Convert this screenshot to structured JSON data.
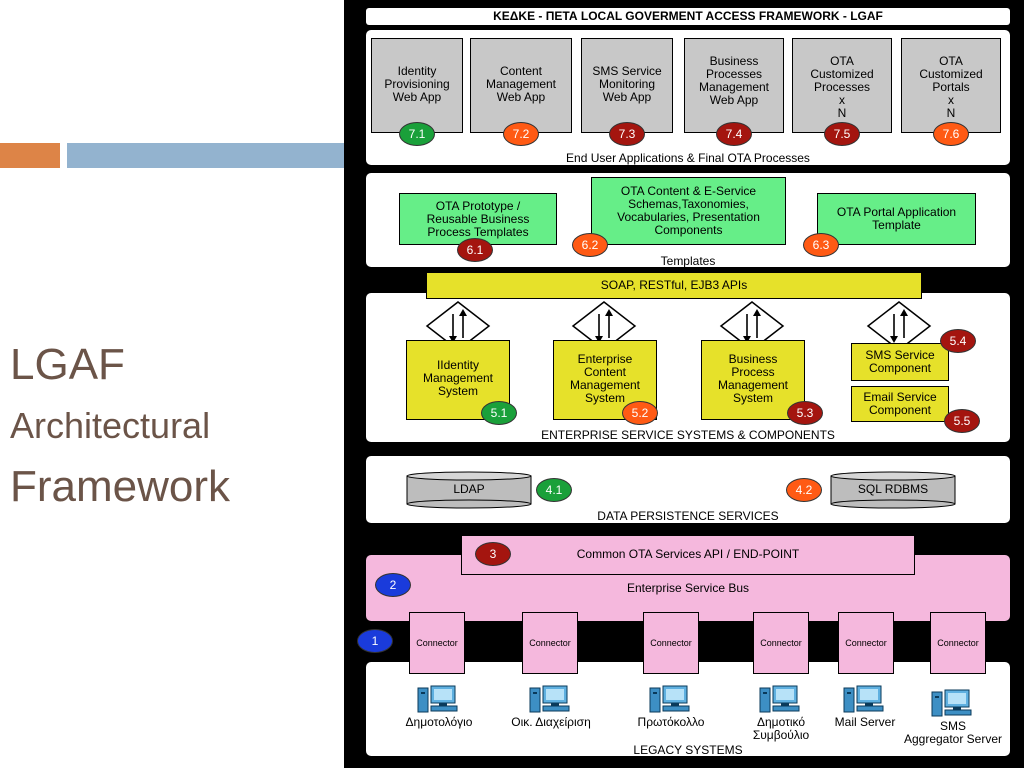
{
  "slide": {
    "title_line1": "LGAF",
    "title_line2": "Architectural",
    "title_line3": "Framework"
  },
  "colors": {
    "green": "#1aa03a",
    "orange": "#ff5a14",
    "darkred": "#a4150f",
    "blue": "#1a3bdb",
    "pink": "#f5b8dd",
    "yellow": "#e6e12a",
    "lightgreen": "#66ee88"
  },
  "diagram": {
    "header": "ΚΕΔΚΕ - ΠΕΤΑ LOCAL GOVERMENT ACCESS FRAMEWORK - LGAF",
    "apps": [
      {
        "label": "Identity\nProvisioning\nWeb App",
        "badge": "7.1",
        "color": "green"
      },
      {
        "label": "Content\nManagement\nWeb App",
        "badge": "7.2",
        "color": "orange"
      },
      {
        "label": "SMS Service\nMonitoring\nWeb App",
        "badge": "7.3",
        "color": "darkred"
      },
      {
        "label": "Business\nProcesses\nManagement\nWeb App",
        "badge": "7.4",
        "color": "darkred"
      },
      {
        "label": "OTA\nCustomized\nProcesses\nx\nN",
        "badge": "7.5",
        "color": "darkred"
      },
      {
        "label": "OTA\nCustomized\nPortals\nx\nN",
        "badge": "7.6",
        "color": "orange"
      }
    ],
    "apps_caption": "End User Applications & Final OTA Processes",
    "templates": [
      {
        "label": "OTA Prototype /\nReusable Business\nProcess Templates",
        "badge": "6.1",
        "color": "darkred"
      },
      {
        "label": "OTA Content & E-Service\nSchemas,Taxonomies,\nVocabularies, Presentation\nComponents",
        "badge": "6.2",
        "color": "orange"
      },
      {
        "label": "OTA Portal Application\nTemplate",
        "badge": "6.3",
        "color": "orange"
      }
    ],
    "templates_caption": "Templates",
    "apis_label": "SOAP, RESTful, EJB3 APIs",
    "systems": [
      {
        "label": "IIdentity\nManagement\nSystem",
        "badge": "5.1",
        "color": "green"
      },
      {
        "label": "Enterprise\nContent\nManagement\nSystem",
        "badge": "5.2",
        "color": "orange"
      },
      {
        "label": "Business\nProcess\nManagement\nSystem",
        "badge": "5.3",
        "color": "darkred"
      }
    ],
    "sms_component": {
      "label": "SMS Service\nComponent",
      "badge": "5.4",
      "color": "darkred"
    },
    "email_component": {
      "label": "Email Service\nComponent",
      "badge": "5.5",
      "color": "darkred"
    },
    "systems_caption": "ENTERPRISE SERVICE SYSTEMS & COMPONENTS",
    "ldap": {
      "label": "LDAP",
      "badge": "4.1",
      "color": "green"
    },
    "rdbms": {
      "label": "SQL RDBMS",
      "badge": "4.2",
      "color": "orange"
    },
    "persistence_caption": "DATA PERSISTENCE SERVICES",
    "common_api": {
      "label": "Common OTA Services API / END-POINT",
      "badge": "3",
      "color": "darkred"
    },
    "esb": {
      "label": "Enterprise Service Bus",
      "badge": "2",
      "color": "blue"
    },
    "connector_badge": {
      "badge": "1",
      "color": "blue"
    },
    "connector_label": "Connector",
    "legacy": [
      {
        "label": "Δημοτολόγιο"
      },
      {
        "label": "Οικ. Διαχείριση"
      },
      {
        "label": "Πρωτόκολλο"
      },
      {
        "label": "Δημοτικό\nΣυμβούλιο"
      },
      {
        "label": "Mail Server"
      },
      {
        "label": "SMS\nAggregator Server"
      }
    ],
    "legacy_caption": "LEGACY SYSTEMS"
  }
}
